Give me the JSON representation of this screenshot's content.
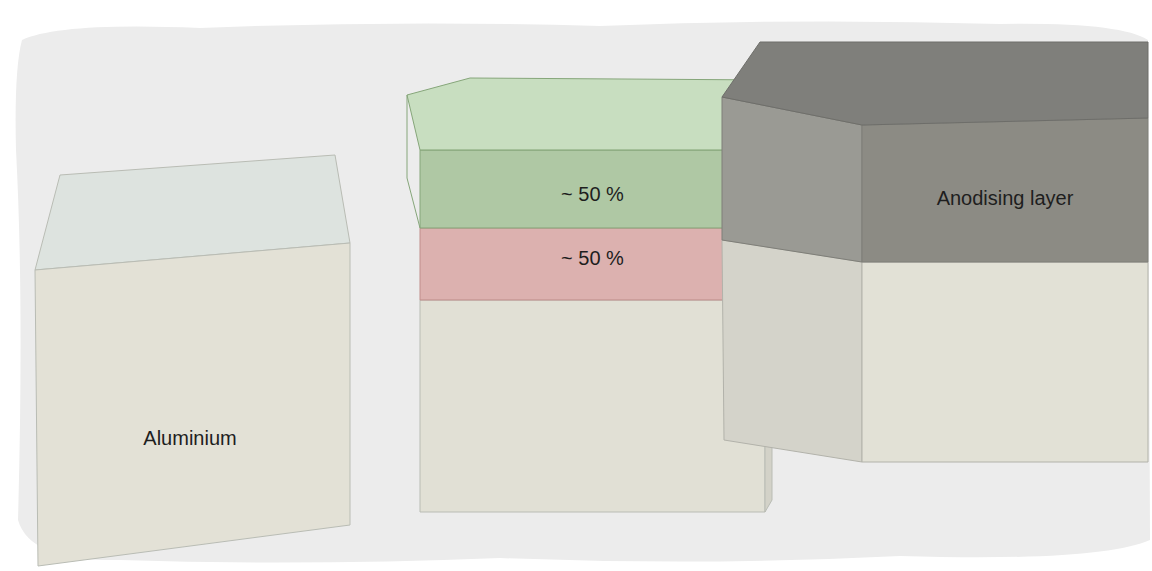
{
  "diagram": {
    "nodes": [
      {
        "text": [
          "Aluminium"
        ]
      },
      {
        "text": [
          "~ 50 %"
        ]
      },
      {
        "text": [
          "~ 50 %"
        ]
      },
      {
        "text": [
          "Anodising layer"
        ]
      }
    ]
  }
}
